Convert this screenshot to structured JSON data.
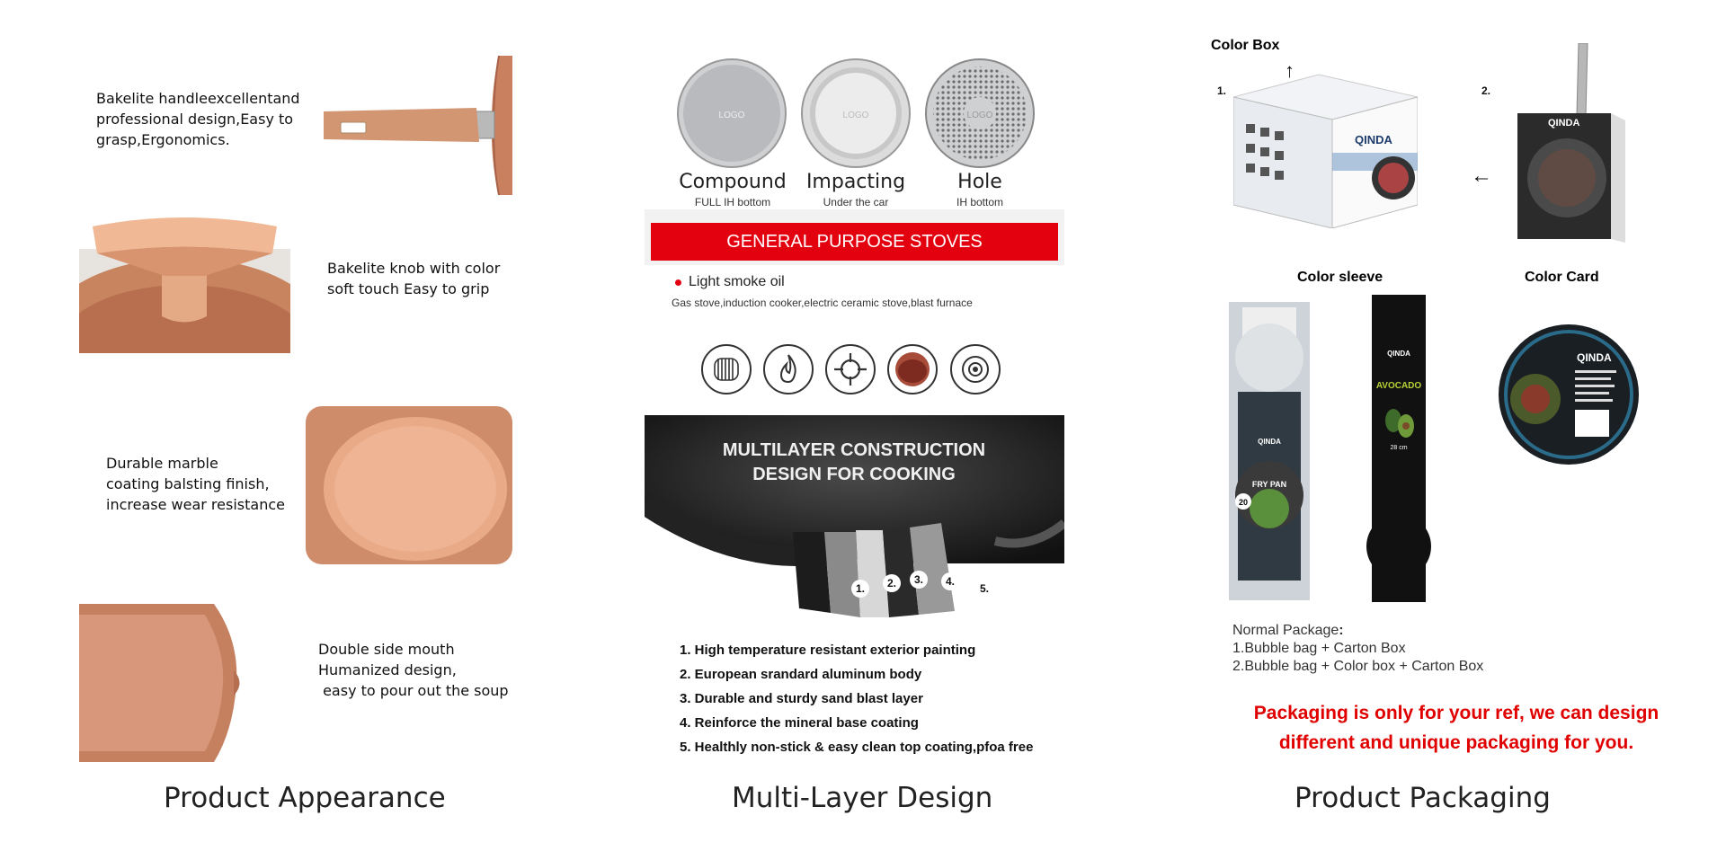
{
  "appearance": {
    "title": "Product Appearance",
    "features": [
      {
        "text_lines": [
          "Bakelite handleexcellentand",
          "professional design,Easy to",
          "grasp,Ergonomics."
        ],
        "icon": "handle-photo"
      },
      {
        "text_lines": [
          "Bakelite knob with color",
          "soft touch Easy to grip"
        ],
        "icon": "knob-photo"
      },
      {
        "text_lines": [
          "Durable marble",
          "coating balsting finish,",
          "increase wear resistance"
        ],
        "icon": "coating-photo"
      },
      {
        "text_lines": [
          "Double side mouth",
          "Humanized design,",
          " easy to pour out the soup"
        ],
        "icon": "pour-spout-photo"
      }
    ],
    "accent_color": "#c97e5e"
  },
  "multilayer": {
    "title": "Multi-Layer Design",
    "bottoms": [
      {
        "label": "Compound",
        "sub": "FULL IH bottom",
        "logo": "LOGO"
      },
      {
        "label": "Impacting",
        "sub": "Under the car",
        "logo": "LOGO"
      },
      {
        "label": "Hole",
        "sub": "IH bottom",
        "logo": "LOGO"
      }
    ],
    "banner": "GENERAL PURPOSE STOVES",
    "oil_note": "Light smoke oil",
    "stove_list": "Gas stove,induction cooker,electric ceramic stove,blast furnace",
    "stove_icons": [
      "induction-coil-icon",
      "flame-icon",
      "gas-burner-icon",
      "ceramic-plate-icon",
      "infrared-icon"
    ],
    "construction_heading_1": "MULTILAYER CONSTRUCTION",
    "construction_heading_2": "DESIGN FOR COOKING",
    "layer_numbers": [
      "1.",
      "2.",
      "3.",
      "4.",
      "5."
    ],
    "layers": [
      "1. High temperature resistant exterior painting",
      "2. European srandard aluminum body",
      "3. Durable and sturdy sand blast layer",
      "4. Reinforce the mineral base coating",
      "5. Healthly non-stick & easy clean top coating,pfoa free"
    ],
    "banner_color": "#e3000f"
  },
  "packaging": {
    "title": "Product Packaging",
    "color_box_label": "Color Box",
    "num_1": "1.",
    "num_2": "2.",
    "color_sleeve_label": "Color sleeve",
    "color_card_label": "Color Card",
    "brand": "QINDA",
    "sleeve_texts": {
      "fry_pan": "FRY PAN",
      "avocado": "AVOCADO",
      "size_20": "20",
      "size_28": "28 cm"
    },
    "normal_package_title": "Normal Package",
    "normal_package_colon": ":",
    "normal_package_lines": [
      "1.Bubble bag + Carton Box",
      "2.Bubble bag + Color box + Carton Box"
    ],
    "red_note_lines": [
      "Packaging is only for your ref, we can design",
      "different and unique packaging for you."
    ],
    "note_color": "#e00000"
  }
}
